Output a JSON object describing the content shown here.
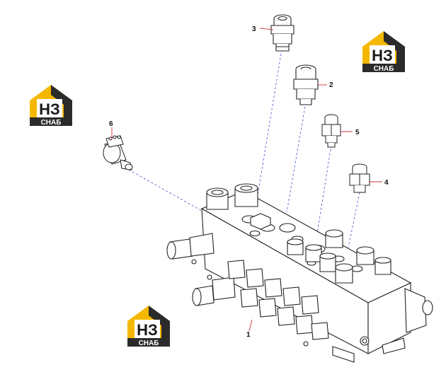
{
  "callouts": {
    "c1": "1",
    "c2": "2",
    "c3": "3",
    "c4": "4",
    "c5": "5",
    "c6": "6"
  },
  "logo": {
    "letters": "НЗ",
    "caption": "СНАБ"
  },
  "colors": {
    "logo_yellow": "#f5b800",
    "logo_dark": "#2b2b2b",
    "leader_blue": "#3a4fd0",
    "leader_red": "#d0303a",
    "ink": "#222222"
  }
}
